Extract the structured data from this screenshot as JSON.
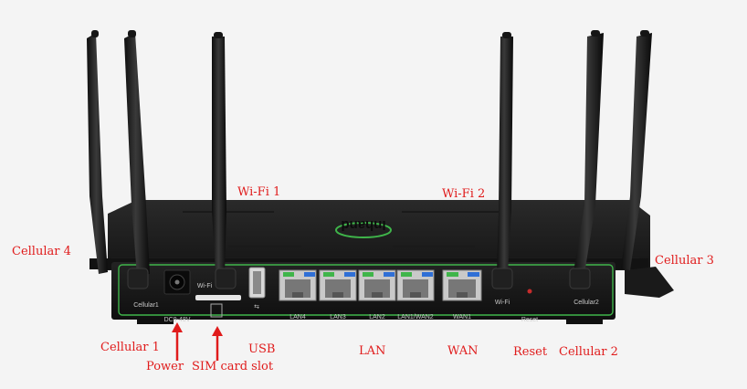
{
  "callouts": {
    "wifi1": "Wi-Fi 1",
    "wifi2": "Wi-Fi 2",
    "cellular4": "Cellular 4",
    "cellular3": "Cellular 3",
    "cellular1": "Cellular 1",
    "cellular2": "Cellular 2",
    "power": "Power",
    "sim": "SIM card slot",
    "usb": "USB",
    "lan": "LAN",
    "wan": "WAN",
    "reset": "Reset"
  },
  "panel": {
    "cellular1": "Cellular1",
    "dc": "DC9-48V",
    "wifi_left": "Wi-Fi",
    "lan4": "LAN4",
    "lan3": "LAN3",
    "lan2": "LAN2",
    "lan1wan2": "LAN1/WAN2",
    "wan1": "WAN1",
    "wifi_right": "Wi-Fi",
    "reset": "Reset",
    "cellular2": "Cellular2"
  },
  "logo": "Inhand",
  "colors": {
    "callout": "#e01b1b",
    "accent_green": "#3fb54a",
    "accent_blue": "#2f6fd6"
  }
}
